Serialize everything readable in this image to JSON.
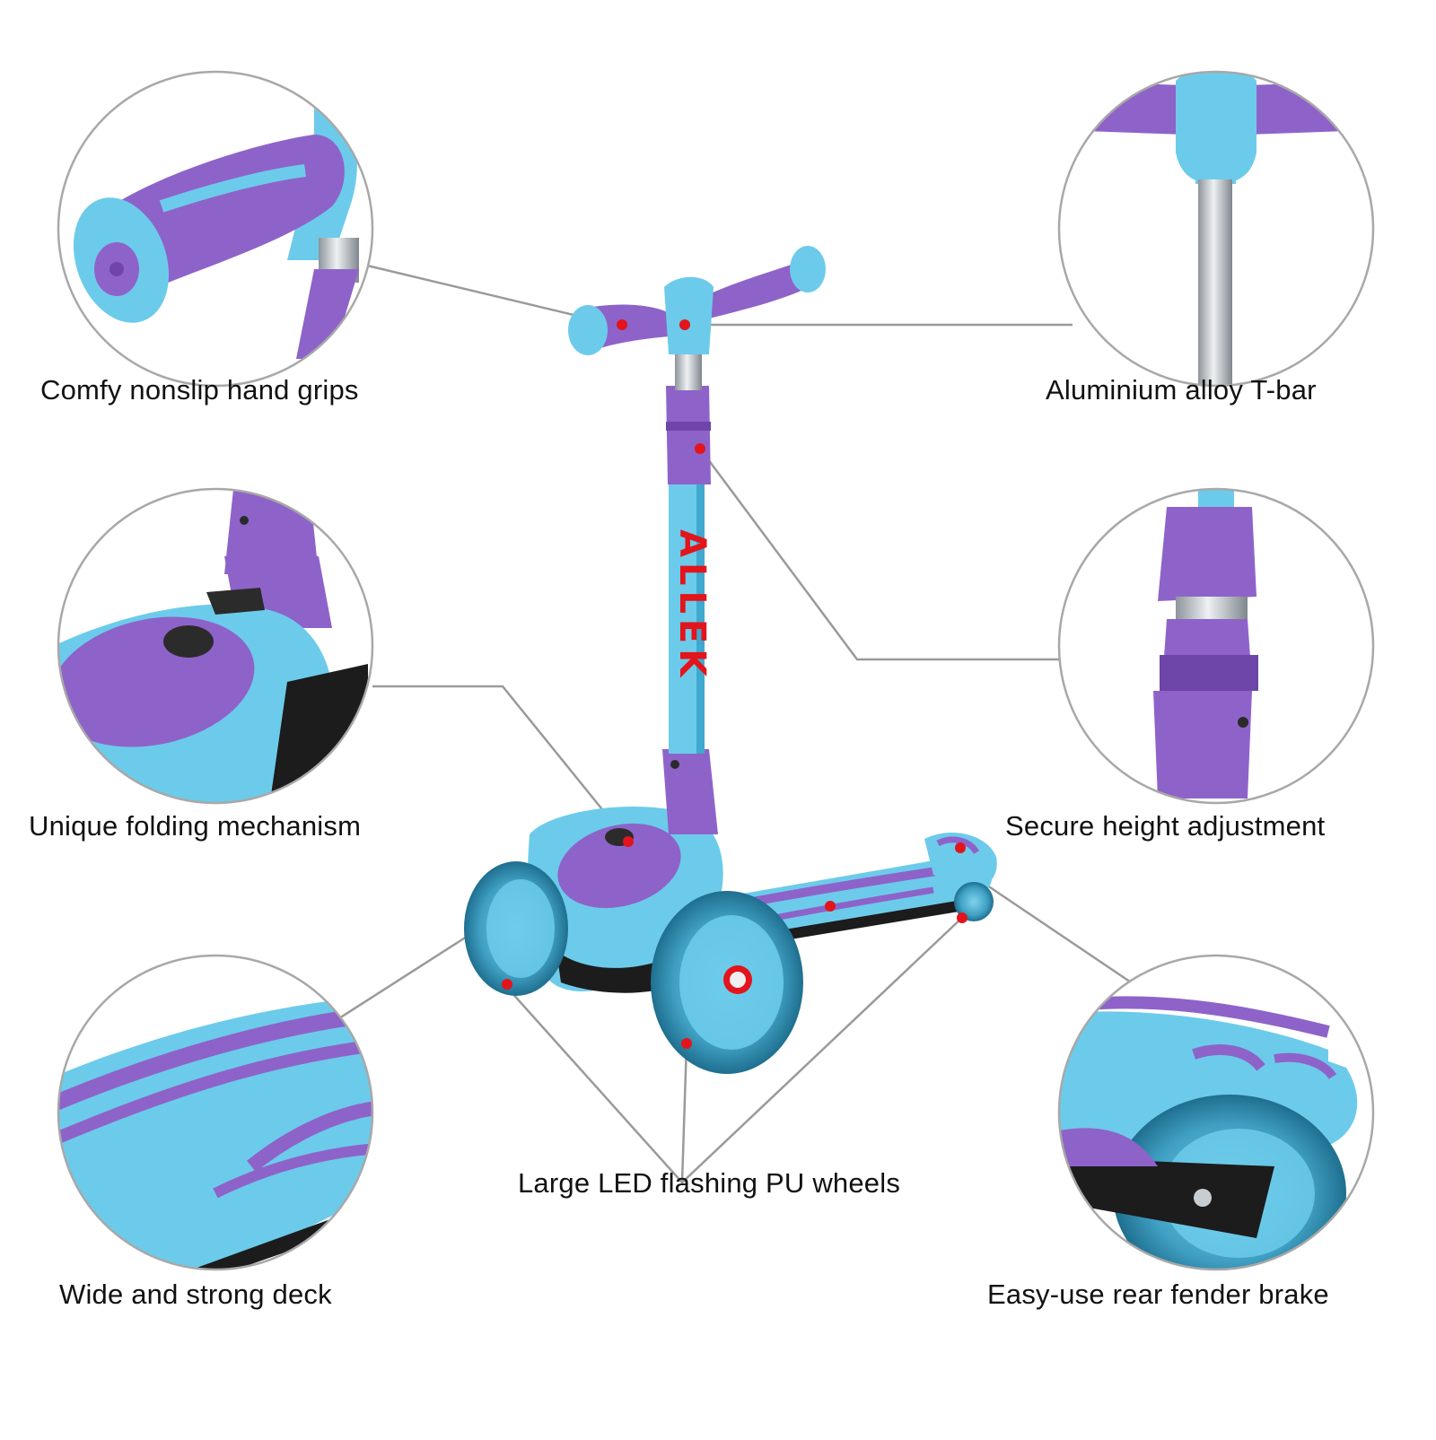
{
  "image": {
    "background": "#ffffff",
    "brand": "ALLEK"
  },
  "colors": {
    "scooter_blue": "#6ccbea",
    "scooter_blue_dark": "#3fa9cf",
    "scooter_purple": "#8e63c9",
    "scooter_purple_dark": "#6e45a8",
    "marker_red": "#e3141b",
    "leader_line": "#9a9a9a",
    "circle_border": "#a8a8a8",
    "metal": "#c8cdd2"
  },
  "features": [
    {
      "id": "grips",
      "label": "Comfy nonslip hand grips"
    },
    {
      "id": "tbar",
      "label": "Aluminium alloy T-bar"
    },
    {
      "id": "folding",
      "label": "Unique folding mechanism"
    },
    {
      "id": "height",
      "label": "Secure height adjustment"
    },
    {
      "id": "deck",
      "label": "Wide and strong deck"
    },
    {
      "id": "wheels",
      "label": "Large LED flashing PU wheels"
    },
    {
      "id": "brake",
      "label": "Easy-use rear fender brake"
    }
  ]
}
